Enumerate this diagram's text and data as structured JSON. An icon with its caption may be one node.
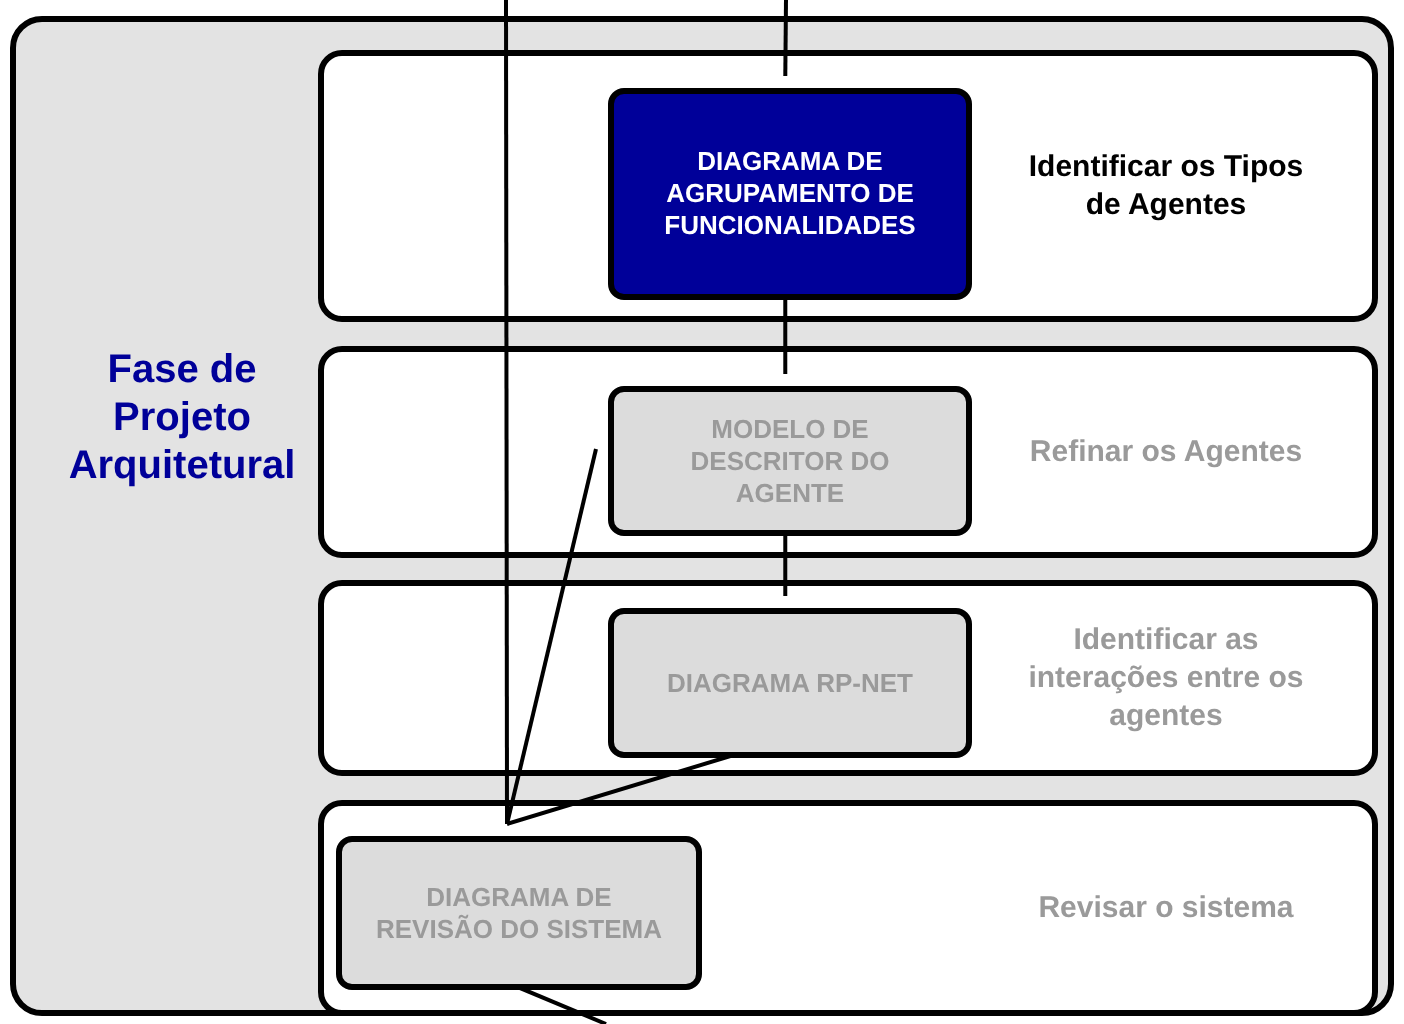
{
  "diagram": {
    "nodes": [
      {
        "text": [
          "Fase de Projeto Arquitetural"
        ]
      },
      {
        "text": [
          "Identificar os Tipos de Agentes"
        ],
        "in": 0
      },
      {
        "text": [
          "DIAGRAMA DE AGRUPAMENTO DE FUNCIONALIDADES"
        ],
        "in": 1
      },
      {
        "text": [
          "Refinar os Agentes"
        ],
        "in": 0
      },
      {
        "text": [
          "MODELO DE DESCRITOR DO AGENTE"
        ],
        "in": 3
      },
      {
        "text": [
          "Identificar as interações entre os agentes"
        ],
        "in": 0
      },
      {
        "text": [
          "DIAGRAMA RP-NET"
        ],
        "in": 5
      },
      {
        "text": [
          "Revisar o sistema"
        ],
        "in": 0
      },
      {
        "text": [
          "DIAGRAMA DE REVISÃO DO SISTEMA"
        ],
        "in": 7
      }
    ],
    "edges": [
      {
        "from": null,
        "to": 8,
        "arrow": "none"
      },
      {
        "from": null,
        "to": 2,
        "arrow": "none"
      },
      {
        "from": 2,
        "to": 4,
        "arrow": "none"
      },
      {
        "from": 4,
        "to": 6,
        "arrow": "none"
      },
      {
        "from": 4,
        "to": 8,
        "arrow": "none"
      },
      {
        "from": 6,
        "to": 8,
        "arrow": "none"
      },
      {
        "from": 8,
        "to": null,
        "arrow": "none"
      }
    ]
  }
}
